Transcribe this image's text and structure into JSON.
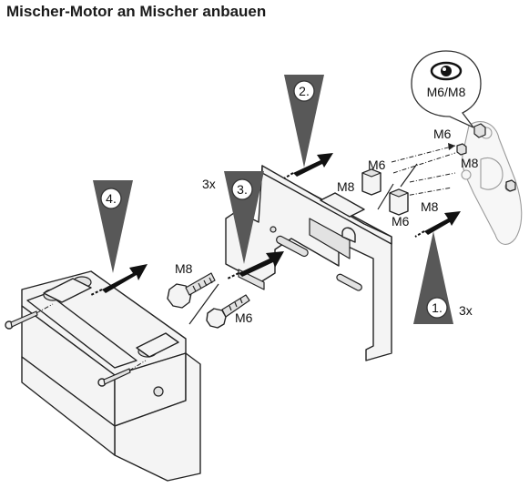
{
  "title": "Mischer-Motor an Mischer anbauen",
  "steps": [
    {
      "number": "1.",
      "qty": "3x"
    },
    {
      "number": "2.",
      "qty": ""
    },
    {
      "number": "3.",
      "qty": "3x"
    },
    {
      "number": "4.",
      "qty": ""
    }
  ],
  "callout": {
    "icon": "eye-icon",
    "text": "M6/M8"
  },
  "labels": {
    "bolt_m8": "M8",
    "screw_m6": "M6",
    "standoff_m6": "M6",
    "standoff_m8": "M8",
    "nut_m6_top": "M6",
    "nut_m8_right": "M8",
    "nut_m8_lower": "M8",
    "nut_m6_lower": "M6"
  },
  "colors": {
    "step_marker": "#585858",
    "outline": "#222222"
  }
}
